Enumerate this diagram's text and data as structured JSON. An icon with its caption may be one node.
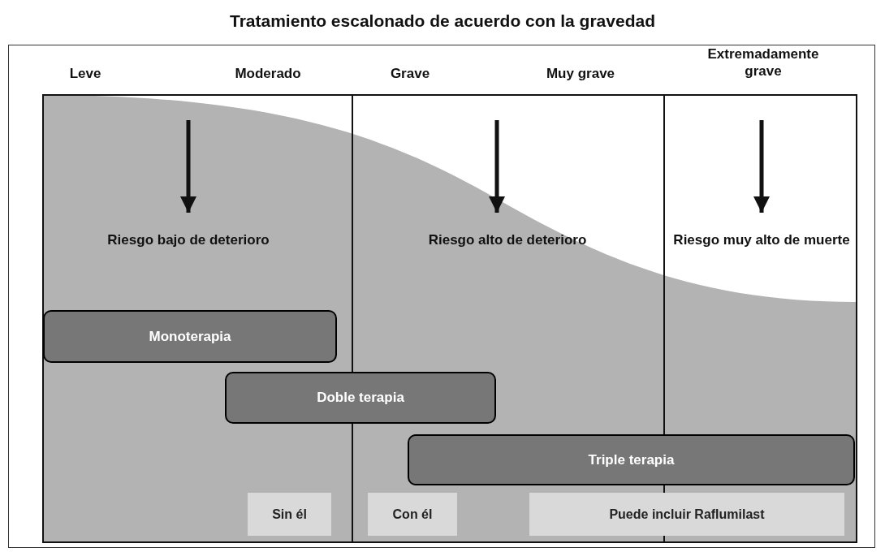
{
  "diagram": {
    "title": "Tratamiento escalonado de acuerdo con la gravedad",
    "nodes": [
      {
        "text": [
          "Riesgo bajo de deterioro"
        ]
      },
      {
        "text": [
          "Riesgo alto de deterioro"
        ]
      },
      {
        "text": [
          "Riesgo muy alto de muerte"
        ]
      },
      {
        "text": [
          "Monoterapia"
        ]
      },
      {
        "text": [
          "Doble terapia"
        ]
      },
      {
        "text": [
          "Triple terapia"
        ]
      },
      {
        "text": [
          "Sin él"
        ]
      },
      {
        "text": [
          "Con él"
        ]
      },
      {
        "text": [
          "Puede incluir Raflumilast"
        ]
      }
    ],
    "edges": [
      {
        "from": null,
        "to": 0,
        "arrow": "to"
      },
      {
        "from": null,
        "to": 1,
        "arrow": "to"
      },
      {
        "from": null,
        "to": 2,
        "arrow": "to"
      }
    ],
    "labels": [
      "Leve",
      "Moderado",
      "Grave",
      "Muy grave",
      "Extremadamente grave"
    ]
  }
}
